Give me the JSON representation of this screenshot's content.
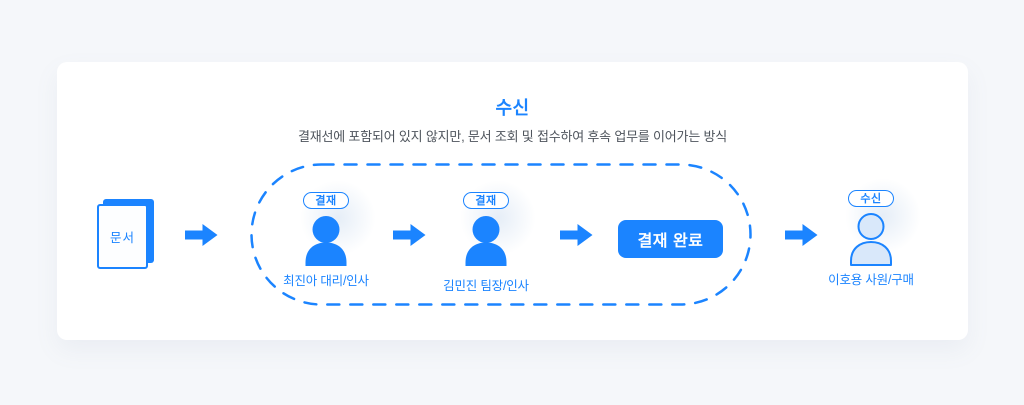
{
  "header": {
    "title": "수신",
    "subtitle": "결재선에 포함되어 있지 않지만, 문서 조회 및 접수하여 후속 업무를 이어가는 방식"
  },
  "colors": {
    "primary_blue": "#1B84FF",
    "receiver_person_fill": "#D9E8FA",
    "subtitle_text": "#4E545C",
    "page_background": "#F5F7FA",
    "card_background": "#FFFFFF"
  },
  "flow": {
    "document": {
      "label": "문서"
    },
    "approvers": [
      {
        "badge": "결재",
        "name": "최진아 대리/인사"
      },
      {
        "badge": "결재",
        "name": "김민진 팀장/인사"
      }
    ],
    "complete_button_label": "결재 완료",
    "receiver": {
      "badge": "수신",
      "name": "이호용 사원/구매"
    }
  },
  "icons": {
    "document_icon": "stacked-pages",
    "person_icon": "person-silhouette",
    "arrow_icon": "arrow-right",
    "boundary": "dashed-rounded-outline"
  }
}
